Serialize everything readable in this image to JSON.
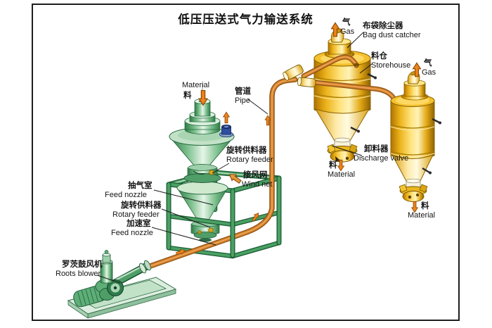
{
  "title": "低压压送式气力输送系统",
  "labels": {
    "material_in": {
      "en": "Material",
      "zh": "料"
    },
    "pipe": {
      "zh": "管道",
      "en": "Pipe"
    },
    "gas_left": {
      "zh": "气",
      "en": "Gas"
    },
    "bag_dust_catcher": {
      "zh": "布袋除尘器",
      "en": "Bag dust catcher"
    },
    "storehouse": {
      "zh": "料仓",
      "en": "Storehouse"
    },
    "gas_right": {
      "zh": "气",
      "en": "Gas"
    },
    "rotary_feeder_top": {
      "zh": "旋转供料器",
      "en": "Rotary feeder"
    },
    "wind_net": {
      "zh": "接风网",
      "en": "Wind net"
    },
    "suction_chamber": {
      "zh": "抽气室",
      "en": "Feed nozzle"
    },
    "rotary_feeder_left": {
      "zh": "旋转供料器",
      "en": "Rotary feeder"
    },
    "acceleration_chamber": {
      "zh": "加速室",
      "en": "Feed nozzle"
    },
    "discharge_valve": {
      "zh": "卸料器",
      "en": "Discharge valve"
    },
    "material_out_1": {
      "zh": "料",
      "en": "Material"
    },
    "material_out_2": {
      "zh": "料",
      "en": "Material"
    },
    "roots_blower": {
      "zh": "罗茨鼓风机",
      "en": "Roots blower"
    }
  },
  "colors": {
    "machine_green": "#4aa063",
    "tank_gold": "#f4c02c",
    "pipe_orange": "#cd7d28",
    "arrow_orange": "#ef8418",
    "vent_valve_blue": "#2e4f9e",
    "frame_border": "#1e1e1e"
  }
}
